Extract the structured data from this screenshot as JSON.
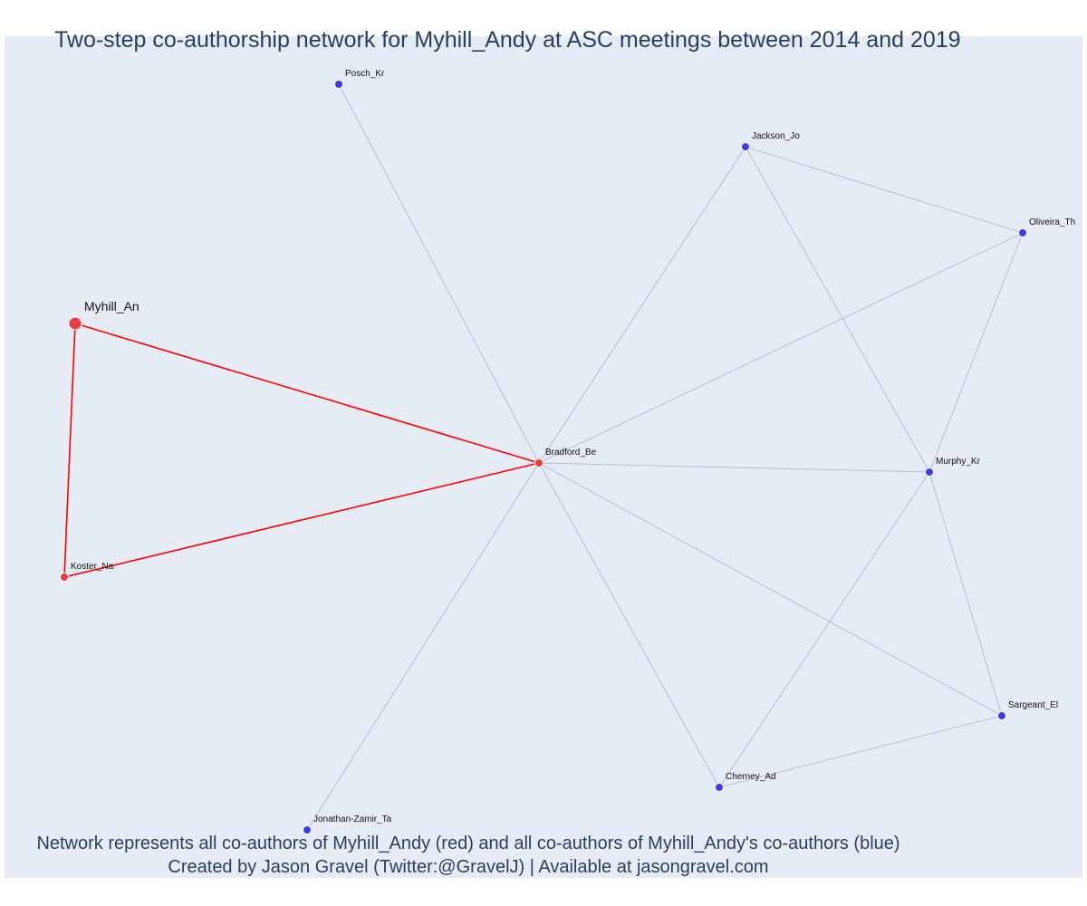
{
  "title": "Two-step co-authorship network for Myhill_Andy at ASC meetings between 2014 and 2019",
  "caption": {
    "line1": "Network represents all co-authors of Myhill_Andy (red) and all co-authors of Myhill_Andy's co-authors (blue)",
    "line2": "Created by Jason Gravel (Twitter:@GravelJ) | Available at jasongravel.com"
  },
  "colors": {
    "plot_background": "#e5ecf6",
    "title_text": "#2a3f5f",
    "focal_node": "#ef3b3b",
    "direct_coauthor": "#ef3b3b",
    "indirect_coauthor": "#3b3bef",
    "focal_edge": "#ff0000",
    "other_edge": "#b4b6c8",
    "node_outline": "#ffffff"
  },
  "network": {
    "nodes": [
      {
        "id": "Myhill_An",
        "label": "Myhill_An",
        "group": "focal"
      },
      {
        "id": "Koster_Na",
        "label": "Koster_Na",
        "group": "direct"
      },
      {
        "id": "Bradford_Be",
        "label": "Bradford_Be",
        "group": "direct"
      },
      {
        "id": "Posch_Kr",
        "label": "Posch_Kr",
        "group": "indirect"
      },
      {
        "id": "Jackson_Jo",
        "label": "Jackson_Jo",
        "group": "indirect"
      },
      {
        "id": "Oliveira_Th",
        "label": "Oliveira_Th",
        "group": "indirect"
      },
      {
        "id": "Murphy_Kr",
        "label": "Murphy_Kr",
        "group": "indirect"
      },
      {
        "id": "Sargeant_El",
        "label": "Sargeant_El",
        "group": "indirect"
      },
      {
        "id": "Cherney_Ad",
        "label": "Cherney_Ad",
        "group": "indirect"
      },
      {
        "id": "Jonathan-Zamir_Ta",
        "label": "Jonathan-Zamir_Ta",
        "group": "indirect"
      }
    ],
    "edges": [
      {
        "source": "Myhill_An",
        "target": "Koster_Na",
        "focal": true
      },
      {
        "source": "Myhill_An",
        "target": "Bradford_Be",
        "focal": true
      },
      {
        "source": "Koster_Na",
        "target": "Bradford_Be",
        "focal": true
      },
      {
        "source": "Bradford_Be",
        "target": "Posch_Kr",
        "focal": false
      },
      {
        "source": "Bradford_Be",
        "target": "Jackson_Jo",
        "focal": false
      },
      {
        "source": "Bradford_Be",
        "target": "Oliveira_Th",
        "focal": false
      },
      {
        "source": "Bradford_Be",
        "target": "Murphy_Kr",
        "focal": false
      },
      {
        "source": "Bradford_Be",
        "target": "Sargeant_El",
        "focal": false
      },
      {
        "source": "Bradford_Be",
        "target": "Cherney_Ad",
        "focal": false
      },
      {
        "source": "Bradford_Be",
        "target": "Jonathan-Zamir_Ta",
        "focal": false
      },
      {
        "source": "Jackson_Jo",
        "target": "Oliveira_Th",
        "focal": false
      },
      {
        "source": "Jackson_Jo",
        "target": "Murphy_Kr",
        "focal": false
      },
      {
        "source": "Oliveira_Th",
        "target": "Murphy_Kr",
        "focal": false
      },
      {
        "source": "Murphy_Kr",
        "target": "Sargeant_El",
        "focal": false
      },
      {
        "source": "Murphy_Kr",
        "target": "Cherney_Ad",
        "focal": false
      },
      {
        "source": "Sargeant_El",
        "target": "Cherney_Ad",
        "focal": false
      }
    ]
  }
}
